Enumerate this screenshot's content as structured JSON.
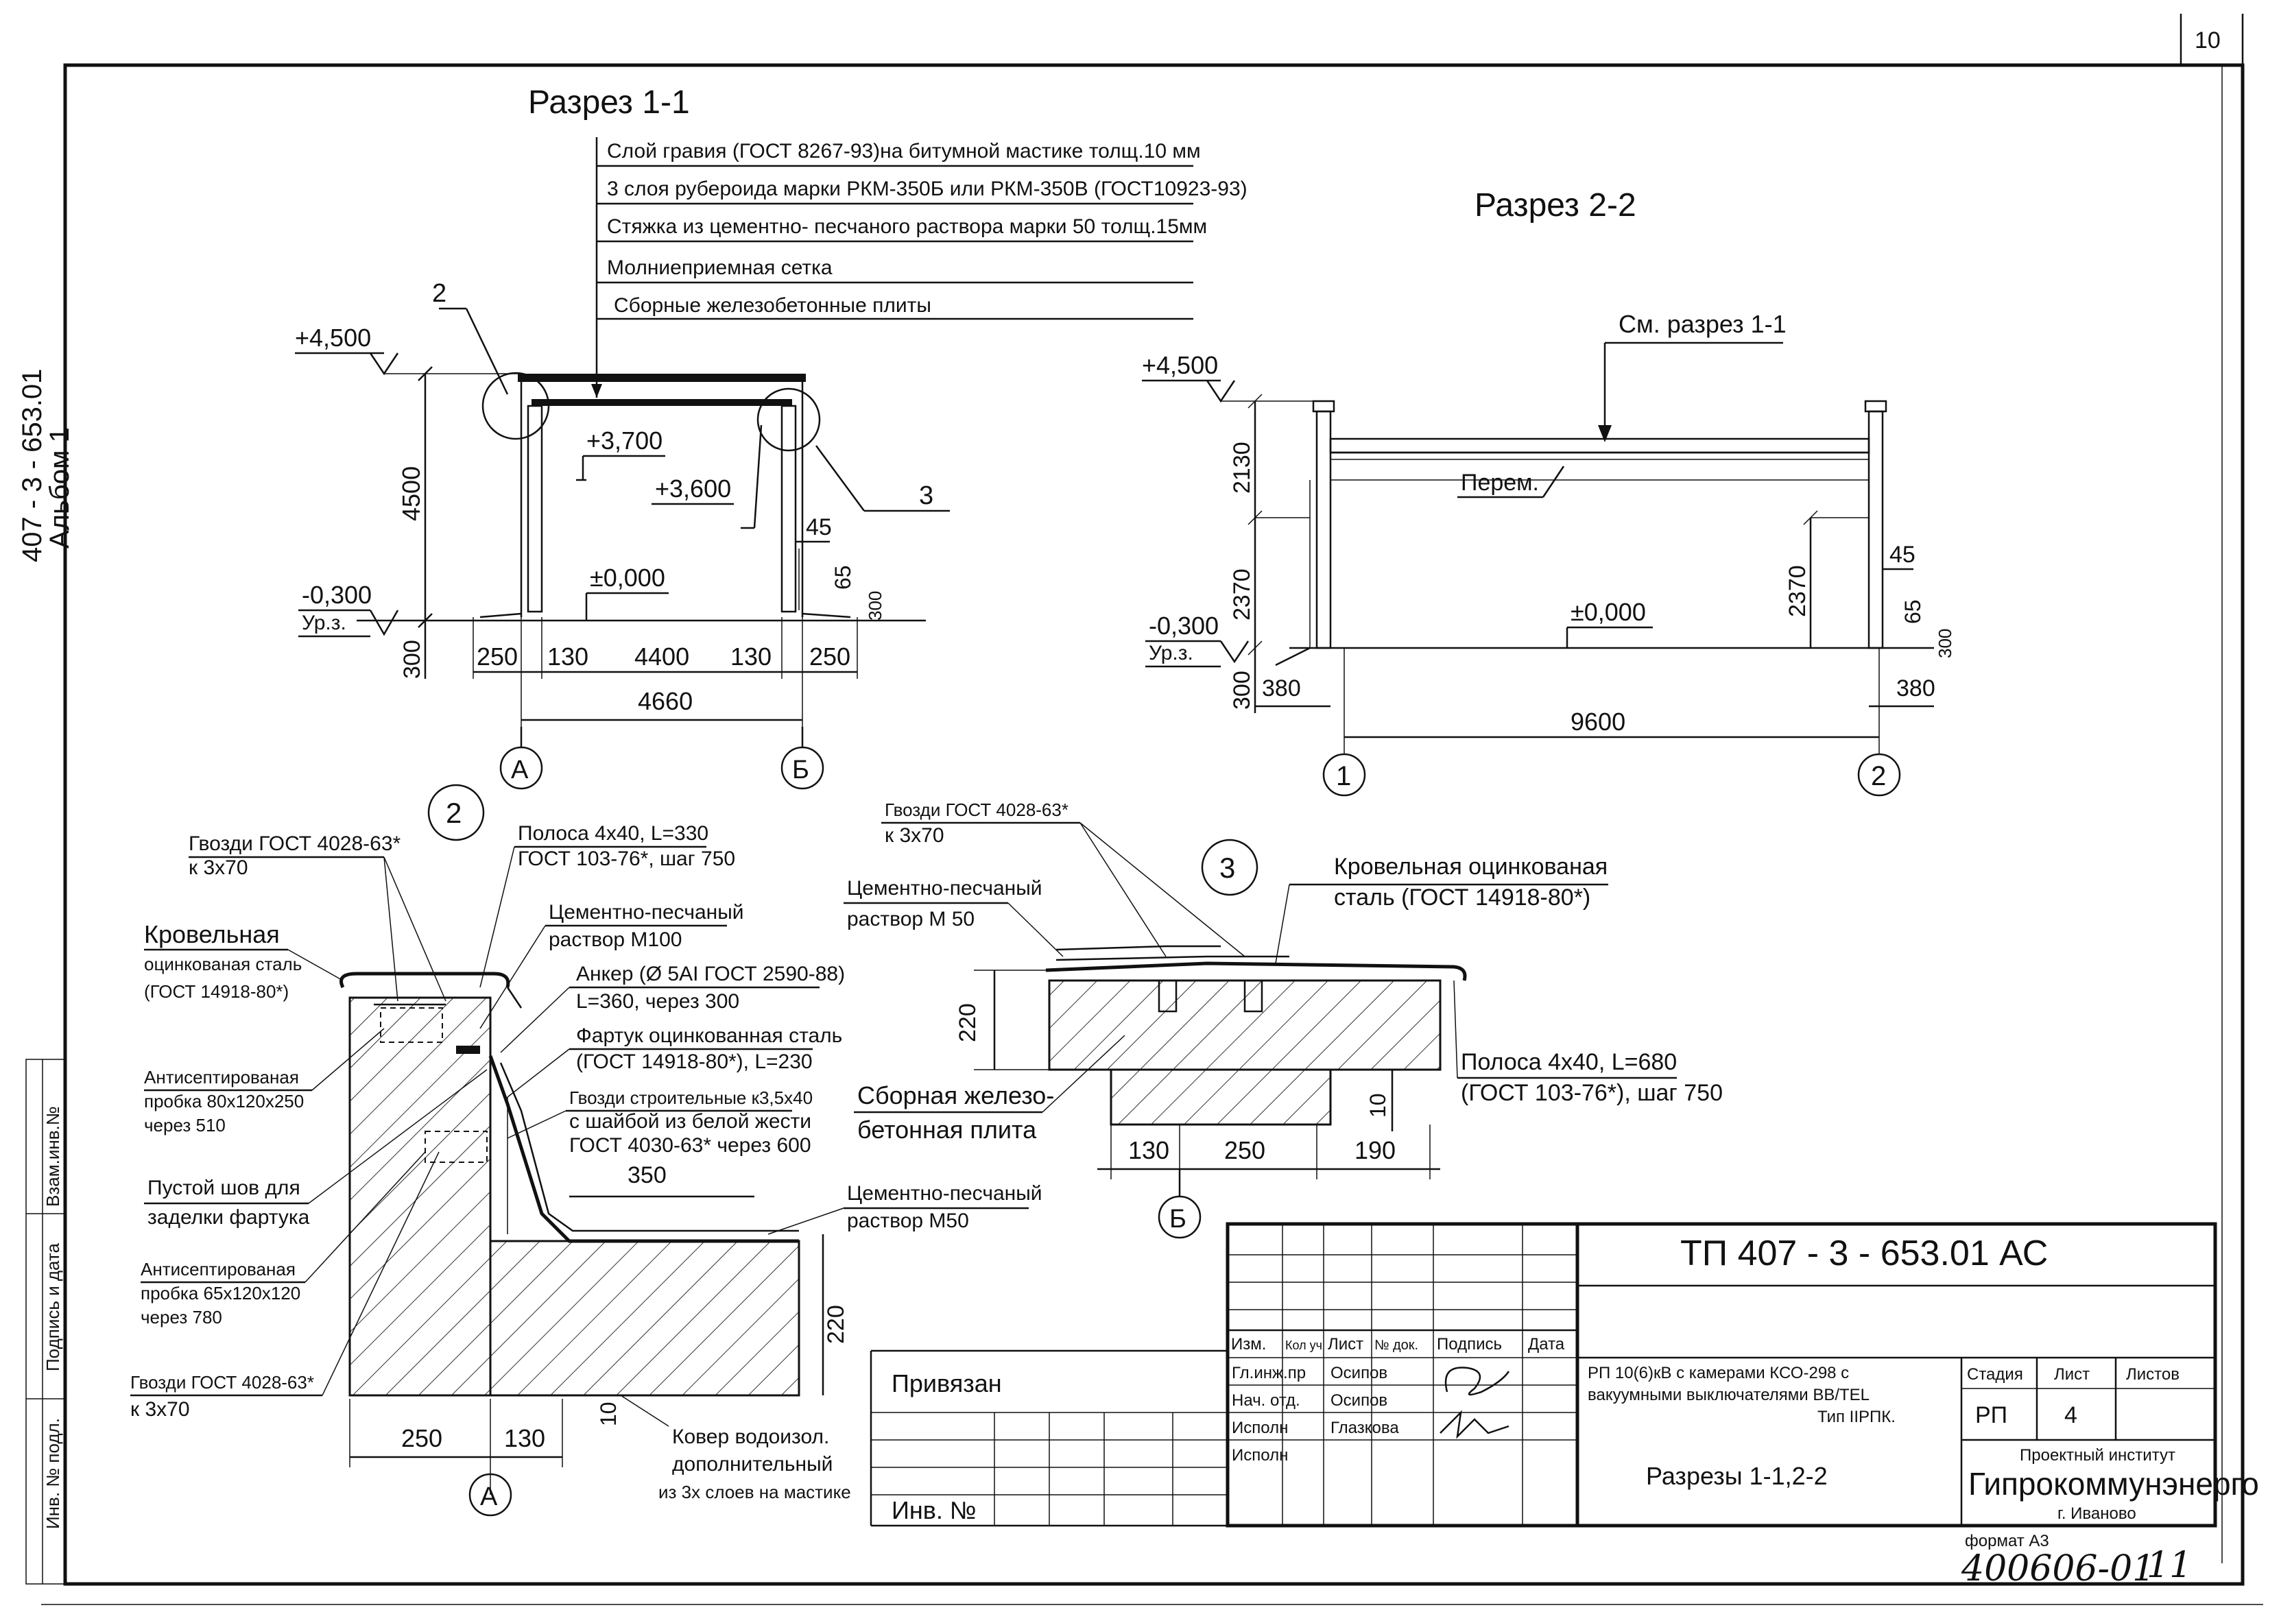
{
  "sheet": {
    "number": "10",
    "side_code": "407 - 3 - 653.01",
    "side_album": "Альбом 1"
  },
  "section11": {
    "title": "Разрез 1-1",
    "layers": [
      "Слой гравия (ГОСТ 8267-93)на битумной мастике   толщ.10 мм",
      "3 слоя рубероида марки РКМ-350Б или РКМ-350В (ГОСТ10923-93)",
      "Стяжка из цементно- песчаного раствора марки 50 толщ.15мм",
      "Молниеприемная сетка",
      "Сборные железобетонные плиты"
    ],
    "levels": {
      "top": "+4,500",
      "l1": "+3,700",
      "l2": "+3,600",
      "zero": "±0,000",
      "ground": "-0,300",
      "ground_label": "Ур.з."
    },
    "callouts": {
      "c2": "2",
      "c3": "3"
    },
    "dims": {
      "height": "4500",
      "d300": "300",
      "d250a": "250",
      "d130a": "130",
      "d4400": "4400",
      "d130b": "130",
      "d250b": "250",
      "total": "4660",
      "d45": "45",
      "d65": "65",
      "d300b": "300"
    },
    "axes": {
      "a": "А",
      "b": "Б"
    }
  },
  "section22": {
    "title": "Разрез 2-2",
    "see": "См. разрез 1-1",
    "lintel": "Перем.",
    "levels": {
      "top": "+4,500",
      "zero": "±0,000",
      "ground": "-0,300",
      "ground_label": "Ур.з."
    },
    "dims": {
      "d2130": "2130",
      "d2370a": "2370",
      "d2370b": "2370",
      "d300": "300",
      "d380a": "380",
      "d380b": "380",
      "d9600": "9600",
      "d45": "45",
      "d65": "65",
      "d300b": "300"
    },
    "axes": {
      "a": "1",
      "b": "2"
    }
  },
  "node2": {
    "label": "2",
    "nails_top_1": "Гвозди ГОСТ 4028-63*",
    "nails_top_2": "к 3х70",
    "strip_1": "Полоса 4х40,  L=330",
    "strip_2": "ГОСТ 103-76*, шаг 750",
    "mortar100_1": "Цементно-песчаный",
    "mortar100_2": "раствор  М100",
    "anchor_1": "Анкер (Ø 5АI ГОСТ 2590-88)",
    "anchor_2": "L=360, через 300",
    "apron_1": "Фартук оцинкованная сталь",
    "apron_2": "(ГОСТ 14918-80*), L=230",
    "nails_b_1": "Гвозди строительные к3,5х40",
    "nails_b_2": "с шайбой из белой жести",
    "nails_b_3": "ГОСТ 4030-63* через 600",
    "roof_steel_1": "Кровельная",
    "roof_steel_2": "оцинкованая сталь",
    "roof_steel_3": "(ГОСТ 14918-80*)",
    "plug1_1": "Антисептированая",
    "plug1_2": "пробка 80х120х250",
    "plug1_3": "через 510",
    "seam_1": "Пустой шов для",
    "seam_2": "заделки фартука",
    "plug2_1": "Антисептированая",
    "plug2_2": "пробка 65х120х120",
    "plug2_3": "через 780",
    "nails_c_1": "Гвозди ГОСТ 4028-63*",
    "nails_c_2": "к 3х70",
    "mortar50_1": "Цементно-песчаный",
    "mortar50_2": "раствор  М50",
    "carpet_1": "Ковер водоизол.",
    "carpet_2": "дополнительный",
    "carpet_3": "из 3х слоев на мастике",
    "dims": {
      "d350": "350",
      "d220": "220",
      "d10": "10",
      "d250": "250",
      "d130": "130"
    },
    "axis": "А"
  },
  "node3": {
    "label": "3",
    "nails_1": "Гвозди ГОСТ 4028-63*",
    "nails_2": "к 3х70",
    "mortar_1": "Цементно-песчаный",
    "mortar_2": "раствор  М 50",
    "steel_1": "Кровельная оцинкованая",
    "steel_2": "сталь (ГОСТ 14918-80*)",
    "strip_1": "Полоса 4х40, L=680",
    "strip_2": "(ГОСТ 103-76*), шаг 750",
    "slab_1": "Сборная железо-",
    "slab_2": "бетонная плита",
    "dims": {
      "d220": "220",
      "d10": "10",
      "d130": "130",
      "d250": "250",
      "d190": "190"
    },
    "axis": "Б"
  },
  "left_stamp": {
    "inv_zam": "Взам.инв.№",
    "sign_date": "Подпись и дата",
    "inv_podl": "Инв. № подл."
  },
  "title_block": {
    "code": "ТП   407 - 3 - 653.01   АС",
    "bound": "Привязан",
    "inv": "Инв. №",
    "head": [
      "Изм.",
      "Кол уч",
      "Лист",
      "№ док.",
      "Подпись",
      "Дата"
    ],
    "roles": [
      "Гл.инж.пр",
      "Нач. отд.",
      "Исполн",
      "Исполн"
    ],
    "names": [
      "Осипов",
      "Осипов",
      "Глазкова"
    ],
    "desc_1": "РП 10(6)кВ с камерами КСО-298 с",
    "desc_2": "вакуумными выключателями ВВ/TEL",
    "desc_3": "Тип IIРПК.",
    "stage_h": "Стадия",
    "sheet_h": "Лист",
    "sheets_h": "Листов",
    "stage": "РП",
    "sheet": "4",
    "drawing": "Разрезы 1-1,2-2",
    "inst_1": "Проектный институт",
    "inst_2": "Гипрокоммунэнерго",
    "inst_3": "г. Иваново",
    "format": "формат А3",
    "handwrit_code": "400606-01",
    "handwrit_page": "11"
  }
}
